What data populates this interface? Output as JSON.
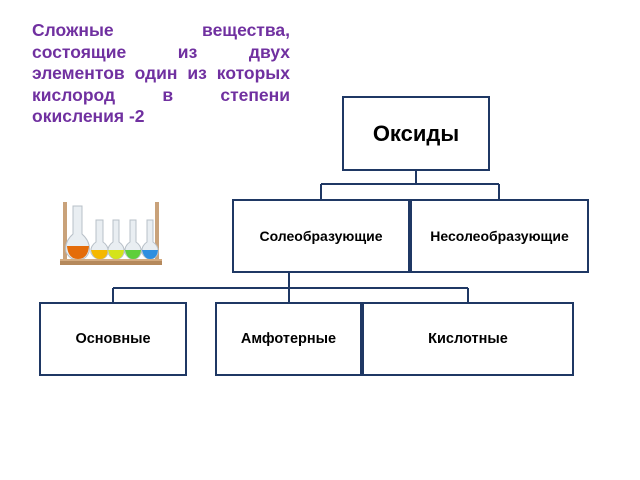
{
  "definition": {
    "text": "Сложные вещества, состоящие из двух элементов один из которых кислород в степени окисления -2",
    "color": "#7030a0"
  },
  "diagram": {
    "root": {
      "label": "Оксиды"
    },
    "level2": [
      {
        "label": "Солеобразующие"
      },
      {
        "label": "Несолеобразующие"
      }
    ],
    "level3": [
      {
        "label": "Основные"
      },
      {
        "label": "Амфотерные"
      },
      {
        "label": "Кислотные"
      }
    ],
    "border_color": "#1f3864",
    "line_color": "#1f3864"
  },
  "illustration": {
    "icon": "flasks-rack-icon",
    "flask_colors": [
      "#e46c0a",
      "#f5b800",
      "#d4e31a",
      "#5fcf3a",
      "#2f8fe0"
    ]
  }
}
